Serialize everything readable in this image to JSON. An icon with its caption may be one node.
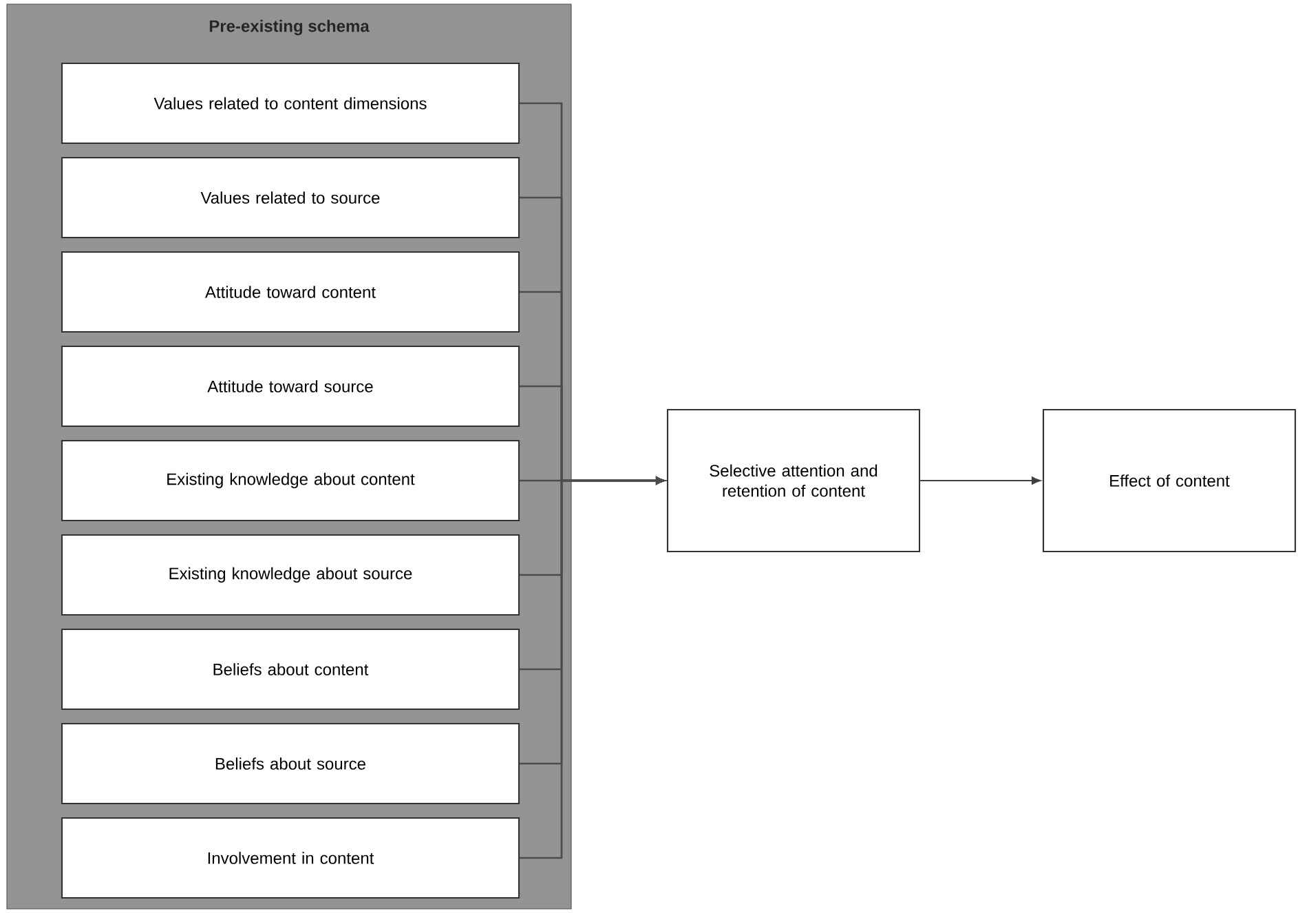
{
  "diagram": {
    "nodes": [
      {
        "text": [
          "Pre-existing schema"
        ]
      },
      {
        "text": [
          "Values related to content dimensions"
        ],
        "in": 0
      },
      {
        "text": [
          "Values related to source"
        ],
        "in": 0
      },
      {
        "text": [
          "Attitude toward content"
        ],
        "in": 0
      },
      {
        "text": [
          "Attitude toward source"
        ],
        "in": 0
      },
      {
        "text": [
          "Existing knowledge about content"
        ],
        "in": 0
      },
      {
        "text": [
          "Existing knowledge about source"
        ],
        "in": 0
      },
      {
        "text": [
          "Beliefs about content"
        ],
        "in": 0
      },
      {
        "text": [
          "Beliefs about source"
        ],
        "in": 0
      },
      {
        "text": [
          "Involvement in content"
        ],
        "in": 0
      },
      {
        "text": [
          "Selective attention and retention of content"
        ]
      },
      {
        "text": [
          "Effect of content"
        ]
      }
    ],
    "edges": [
      {
        "from": 1,
        "to": 10,
        "arrow": "to"
      },
      {
        "from": 2,
        "to": 10,
        "arrow": "to"
      },
      {
        "from": 3,
        "to": 10,
        "arrow": "to"
      },
      {
        "from": 4,
        "to": 10,
        "arrow": "to"
      },
      {
        "from": 5,
        "to": 10,
        "arrow": "to"
      },
      {
        "from": 6,
        "to": 10,
        "arrow": "to"
      },
      {
        "from": 7,
        "to": 10,
        "arrow": "to"
      },
      {
        "from": 8,
        "to": 10,
        "arrow": "to"
      },
      {
        "from": 9,
        "to": 10,
        "arrow": "to"
      },
      {
        "from": 10,
        "to": 11,
        "arrow": "to"
      }
    ]
  }
}
